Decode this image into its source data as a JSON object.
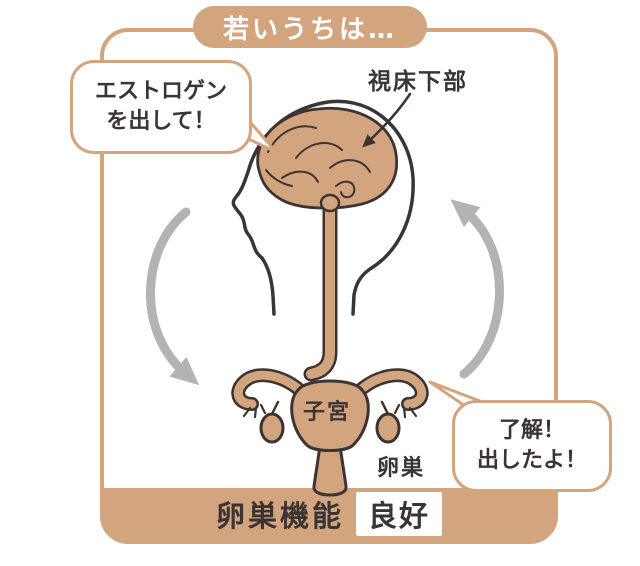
{
  "title": "若いうちは…",
  "labels": {
    "hypothalamus": "視床下部",
    "uterus": "子宮",
    "ovary": "卵巣"
  },
  "bubbles": {
    "estrogen": {
      "line1": "エストロゲン",
      "line2": "を出して！"
    },
    "reply": {
      "line1": "了解！",
      "line2": "出したよ！"
    }
  },
  "footer": {
    "label": "卵巣機能",
    "status": "良好"
  },
  "colors": {
    "tan": "#d2a57e",
    "arrow_gray": "#b5b3b1",
    "text_dark": "#3b3432",
    "white": "#ffffff"
  },
  "icons": {
    "head": "head-brain-illustration",
    "uterus": "uterus-ovaries-illustration",
    "cycle_left": "cycle-arrow-left",
    "cycle_right": "cycle-arrow-right"
  }
}
